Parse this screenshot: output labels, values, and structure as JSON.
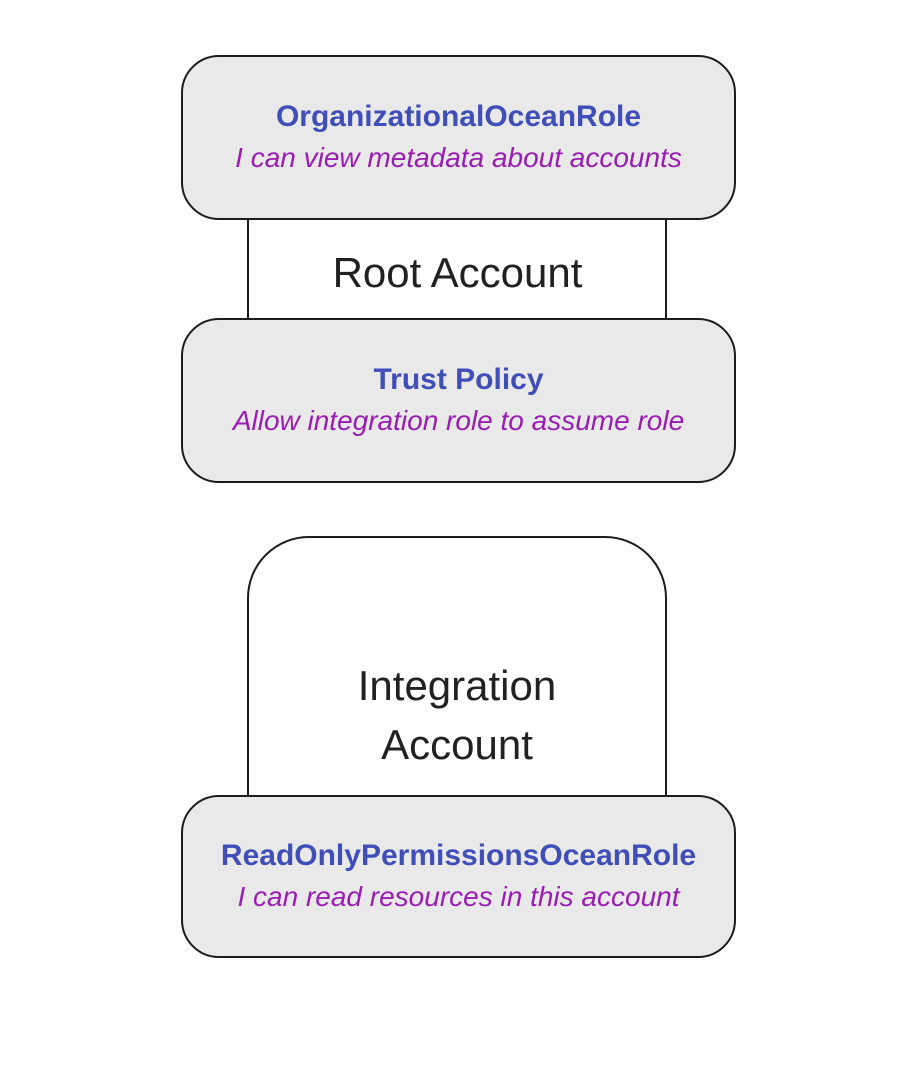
{
  "diagram": {
    "colors": {
      "background": "#ffffff",
      "node_fill": "#e9e9e9",
      "node_border": "#1c1c1c",
      "role_title": "#3f4eb8",
      "role_description": "#9a1db3",
      "account_label": "#212121"
    },
    "root_account": {
      "label": "Root Account",
      "nodes": [
        {
          "title": "OrganizationalOceanRole",
          "description": "I can view metadata about accounts"
        },
        {
          "title": "Trust Policy",
          "description": "Allow integration role to assume role"
        }
      ]
    },
    "integration_account": {
      "label_line1": "Integration",
      "label_line2": "Account",
      "nodes": [
        {
          "title": "ReadOnlyPermissionsOceanRole",
          "description": "I can read resources in this account"
        }
      ]
    }
  }
}
